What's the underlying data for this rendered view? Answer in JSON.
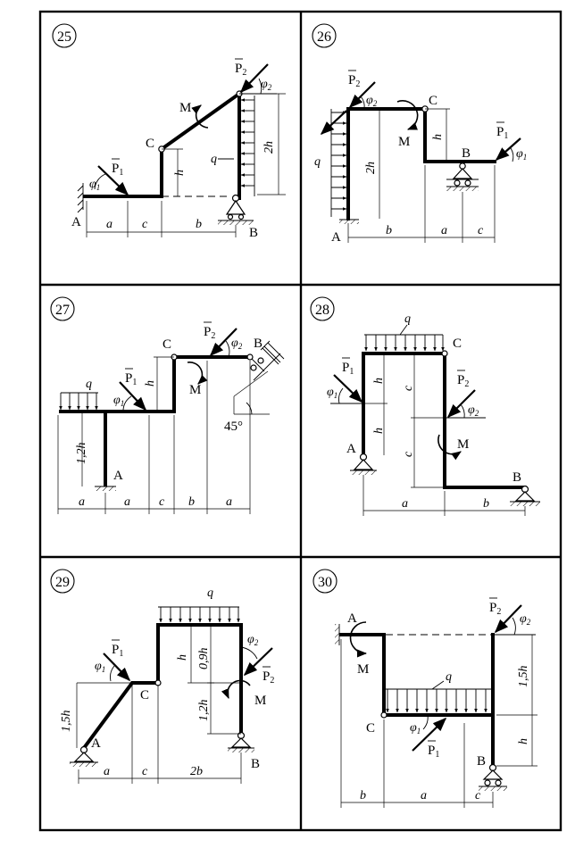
{
  "problems": [
    {
      "number": "25",
      "labels": {
        "A": "A",
        "B": "B",
        "C": "C",
        "M": "M",
        "P1": "P",
        "P1sub": "1",
        "P2": "P",
        "P2sub": "2",
        "q": "q",
        "phi1": "φ",
        "phi1sub": "1",
        "phi2": "φ",
        "phi2sub": "2"
      },
      "dims": [
        "a",
        "c",
        "b",
        "h",
        "2h"
      ]
    },
    {
      "number": "26",
      "labels": {
        "A": "A",
        "B": "B",
        "C": "C",
        "M": "M",
        "P1": "P",
        "P1sub": "1",
        "P2": "P",
        "P2sub": "2",
        "q": "q",
        "phi1": "φ",
        "phi1sub": "1",
        "phi2": "φ",
        "phi2sub": "2"
      },
      "dims": [
        "b",
        "a",
        "c",
        "2h",
        "h"
      ]
    },
    {
      "number": "27",
      "labels": {
        "A": "A",
        "B": "B",
        "C": "C",
        "M": "M",
        "P1": "P",
        "P1sub": "1",
        "P2": "P",
        "P2sub": "2",
        "q": "q",
        "phi1": "φ",
        "phi1sub": "1",
        "phi2": "φ",
        "phi2sub": "2",
        "angle": "45°"
      },
      "dims": [
        "a",
        "a",
        "c",
        "b",
        "a",
        "1,2h",
        "h"
      ]
    },
    {
      "number": "28",
      "labels": {
        "A": "A",
        "B": "B",
        "C": "C",
        "M": "M",
        "P1": "P",
        "P1sub": "1",
        "P2": "P",
        "P2sub": "2",
        "q": "q",
        "phi1": "φ",
        "phi1sub": "1",
        "phi2": "φ",
        "phi2sub": "2"
      },
      "dims": [
        "a",
        "b",
        "h",
        "h",
        "c",
        "c"
      ]
    },
    {
      "number": "29",
      "labels": {
        "A": "A",
        "B": "B",
        "C": "C",
        "M": "M",
        "P1": "P",
        "P1sub": "1",
        "P2": "P",
        "P2sub": "2",
        "q": "q",
        "phi1": "φ",
        "phi1sub": "1",
        "phi2": "φ",
        "phi2sub": "2"
      },
      "dims": [
        "a",
        "c",
        "2b",
        "1,5h",
        "h",
        "0,9h",
        "1,2h"
      ]
    },
    {
      "number": "30",
      "labels": {
        "A": "A",
        "B": "B",
        "C": "C",
        "M": "M",
        "P1": "P",
        "P1sub": "1",
        "P2": "P",
        "P2sub": "2",
        "q": "q",
        "phi1": "φ",
        "phi1sub": "1",
        "phi2": "φ",
        "phi2sub": "2"
      },
      "dims": [
        "b",
        "a",
        "c",
        "1,5h",
        "h"
      ]
    }
  ]
}
